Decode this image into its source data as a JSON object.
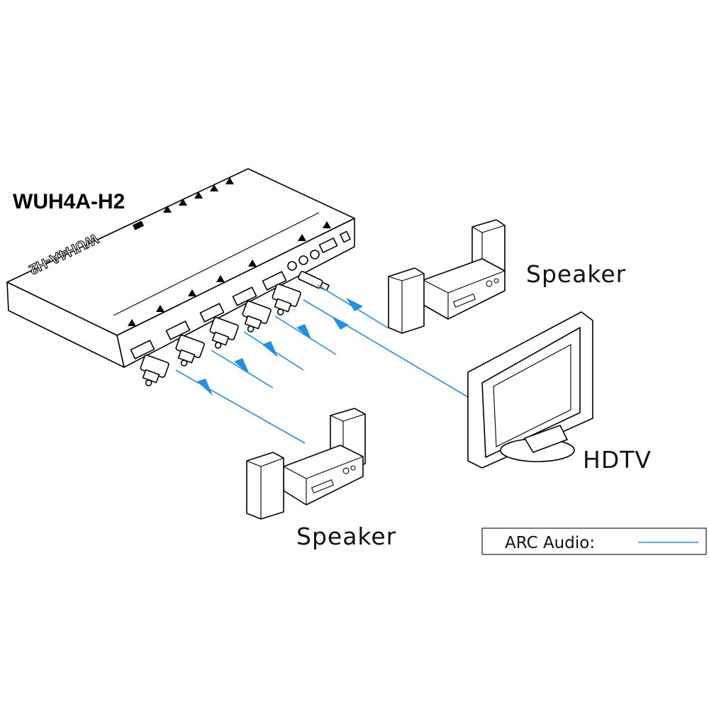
{
  "diagram": {
    "model_label": "WUH4A-H2",
    "device_emboss": "WUH4A-H2",
    "speaker_top_label": "Speaker",
    "hdtv_label": "HDTV",
    "speaker_bottom_label": "Speaker",
    "legend": {
      "label": "ARC Audio:",
      "line_color": "#1e90e8"
    }
  }
}
